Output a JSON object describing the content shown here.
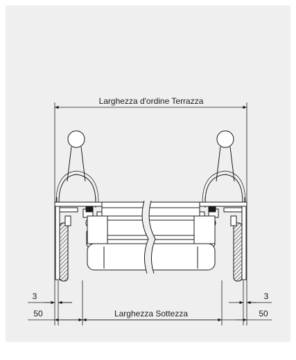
{
  "dimensions": {
    "top_width_label": "Larghezza d'ordine Terrazza",
    "bottom_width_label": "Larghezza Sottezza",
    "left_inner_offset": "3",
    "left_outer_offset": "50",
    "right_inner_offset": "3",
    "right_outer_offset": "50"
  },
  "colors": {
    "panel_background": "#efefef",
    "line": "#1a1a1a"
  }
}
